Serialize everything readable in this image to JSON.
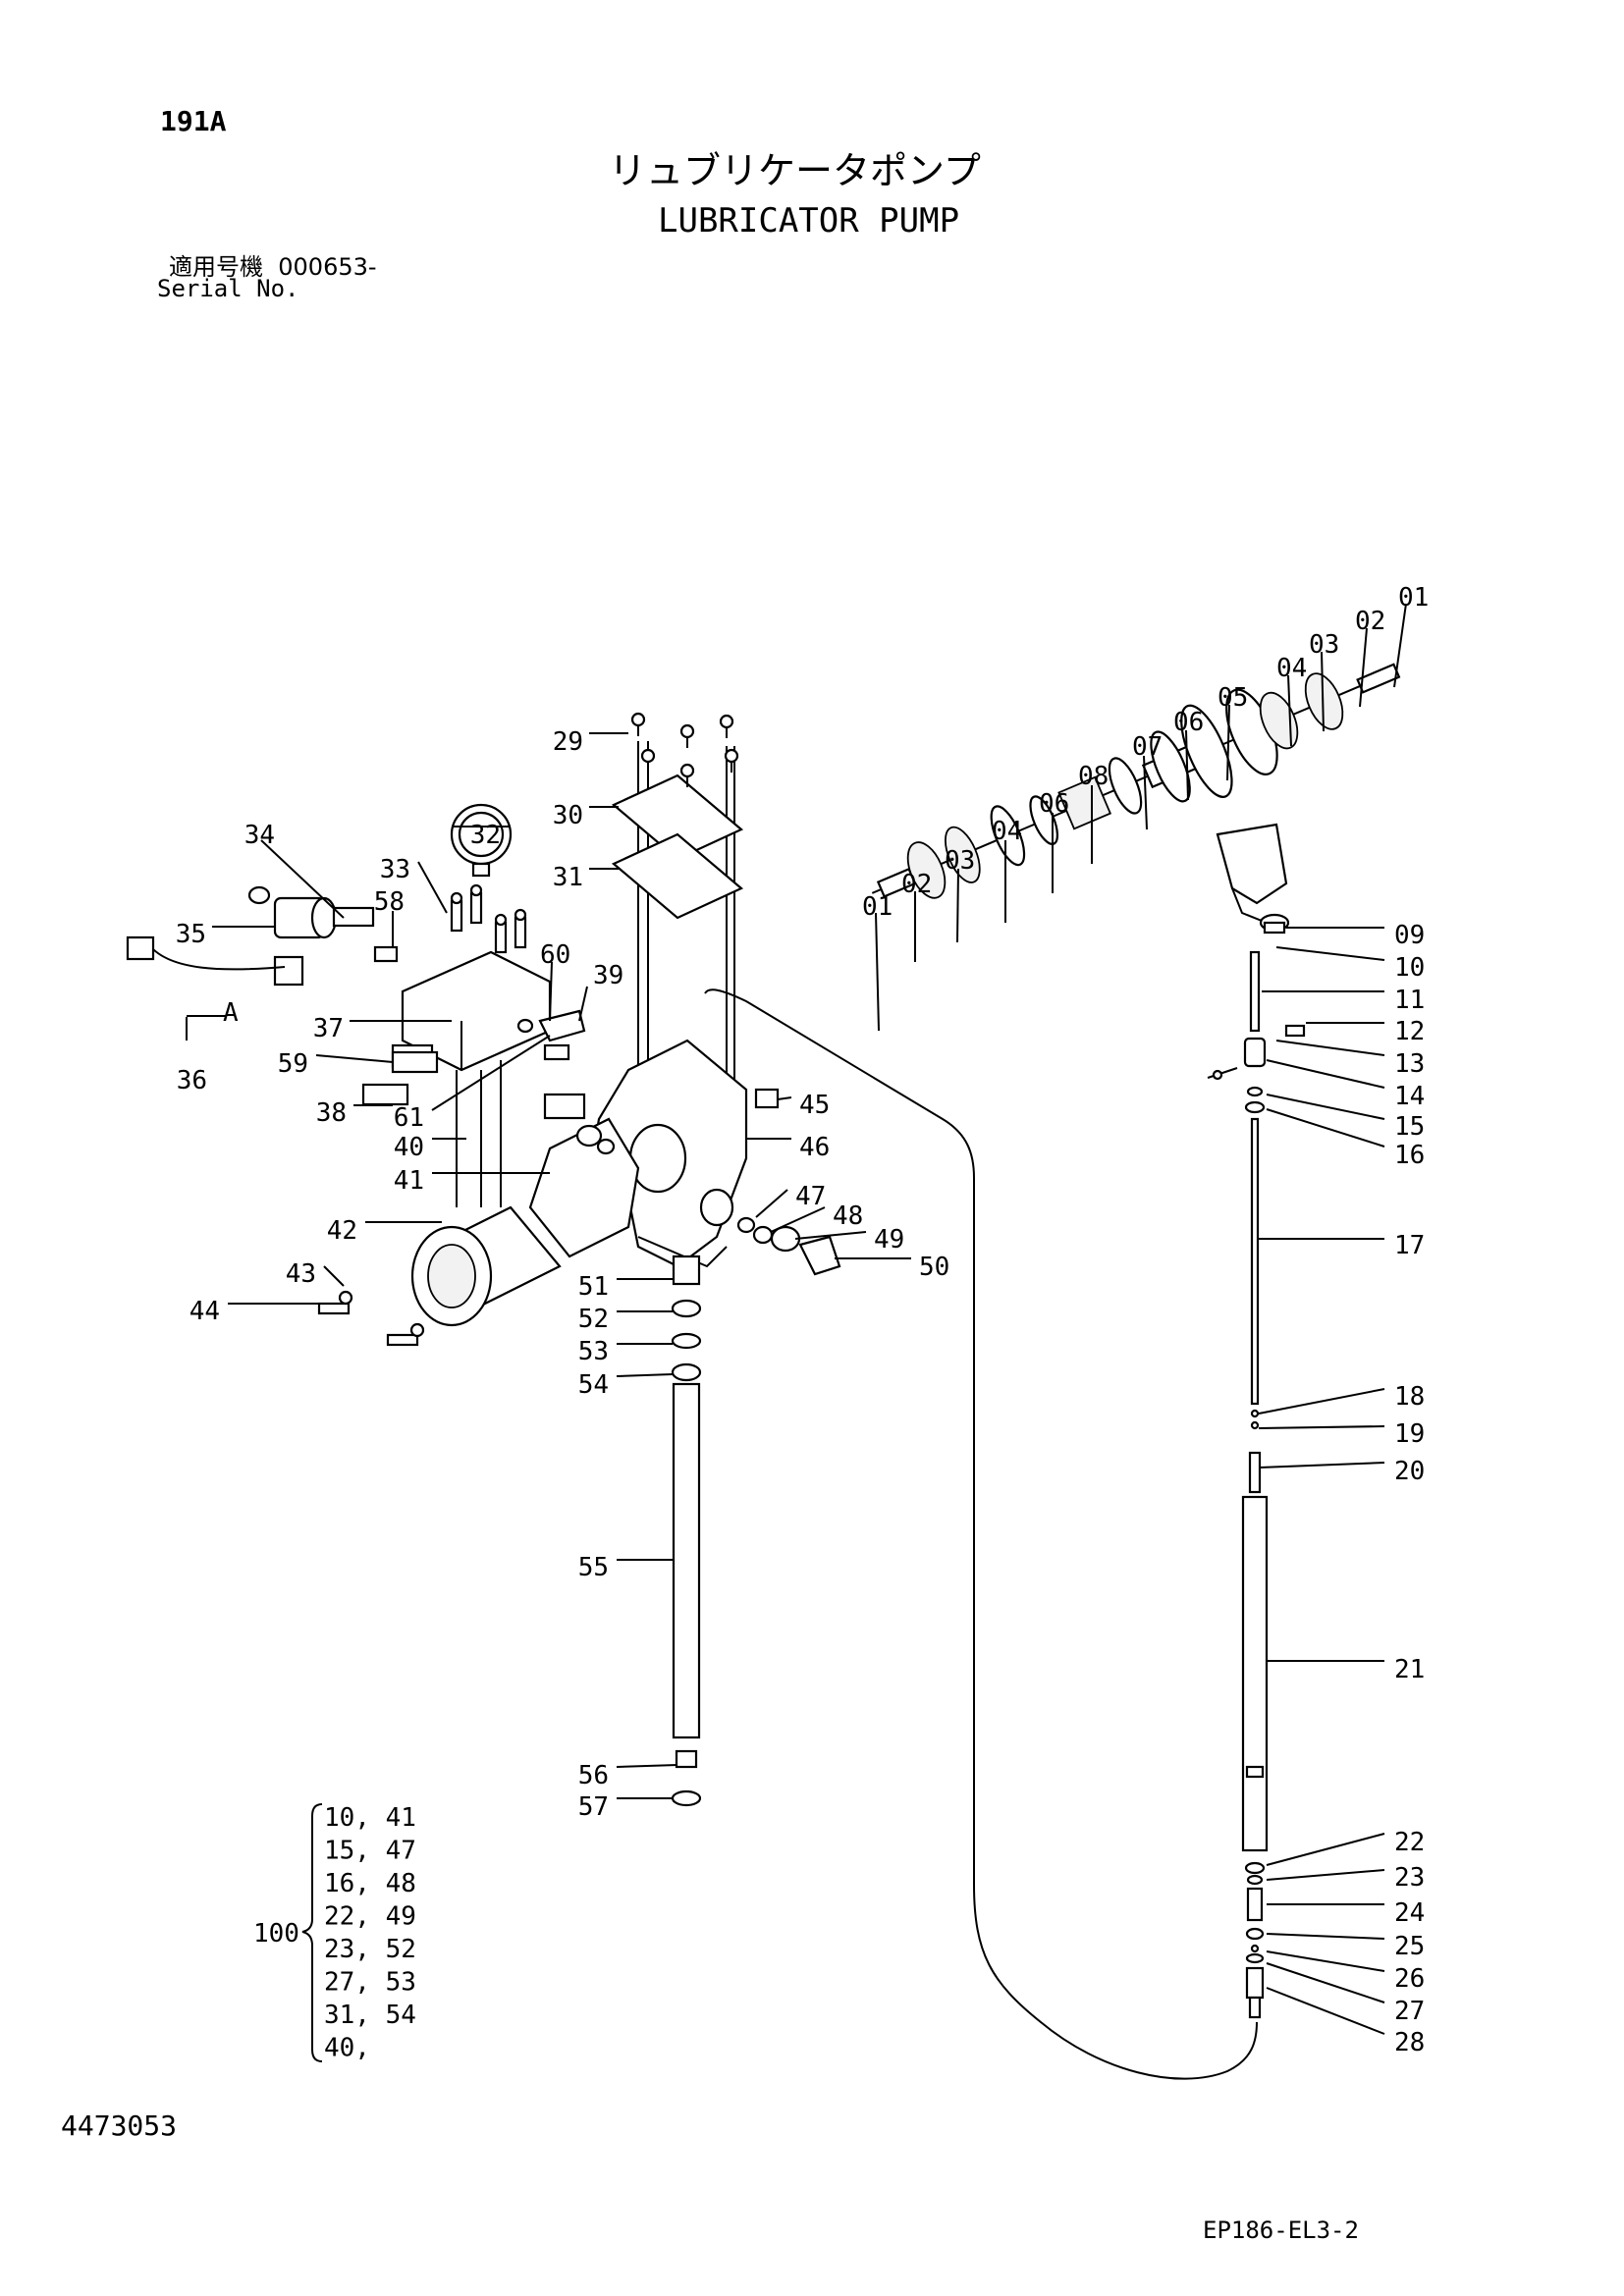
{
  "header": {
    "page_id": "191A",
    "title_jp": "リュブリケータポンプ",
    "title_en": "LUBRICATOR PUMP",
    "serial_label_jp": "適用号機",
    "serial_value": "000653-",
    "serial_label_en": "Serial No."
  },
  "footer": {
    "document_number": "4473053",
    "figure_code": "EP186-EL3-2"
  },
  "view_marker": "A",
  "kit": {
    "number": "100",
    "rows": [
      "10, 41",
      "15, 47",
      "16, 48",
      "22, 49",
      "23, 52",
      "27, 53",
      "31, 54",
      "40,"
    ]
  },
  "callouts": [
    {
      "no": "01"
    },
    {
      "no": "02"
    },
    {
      "no": "03"
    },
    {
      "no": "04"
    },
    {
      "no": "05"
    },
    {
      "no": "06"
    },
    {
      "no": "07"
    },
    {
      "no": "08"
    },
    {
      "no": "04"
    },
    {
      "no": "06"
    },
    {
      "no": "03"
    },
    {
      "no": "02"
    },
    {
      "no": "01"
    },
    {
      "no": "09"
    },
    {
      "no": "10"
    },
    {
      "no": "11"
    },
    {
      "no": "12"
    },
    {
      "no": "13"
    },
    {
      "no": "14"
    },
    {
      "no": "15"
    },
    {
      "no": "16"
    },
    {
      "no": "17"
    },
    {
      "no": "18"
    },
    {
      "no": "19"
    },
    {
      "no": "20"
    },
    {
      "no": "21"
    },
    {
      "no": "22"
    },
    {
      "no": "23"
    },
    {
      "no": "24"
    },
    {
      "no": "25"
    },
    {
      "no": "26"
    },
    {
      "no": "27"
    },
    {
      "no": "28"
    },
    {
      "no": "29"
    },
    {
      "no": "30"
    },
    {
      "no": "31"
    },
    {
      "no": "32"
    },
    {
      "no": "33"
    },
    {
      "no": "34"
    },
    {
      "no": "35"
    },
    {
      "no": "36"
    },
    {
      "no": "37"
    },
    {
      "no": "38"
    },
    {
      "no": "39"
    },
    {
      "no": "40"
    },
    {
      "no": "41"
    },
    {
      "no": "42"
    },
    {
      "no": "43"
    },
    {
      "no": "44"
    },
    {
      "no": "45"
    },
    {
      "no": "46"
    },
    {
      "no": "47"
    },
    {
      "no": "48"
    },
    {
      "no": "49"
    },
    {
      "no": "50"
    },
    {
      "no": "51"
    },
    {
      "no": "52"
    },
    {
      "no": "53"
    },
    {
      "no": "54"
    },
    {
      "no": "55"
    },
    {
      "no": "56"
    },
    {
      "no": "57"
    },
    {
      "no": "58"
    },
    {
      "no": "59"
    },
    {
      "no": "60"
    },
    {
      "no": "61"
    }
  ]
}
